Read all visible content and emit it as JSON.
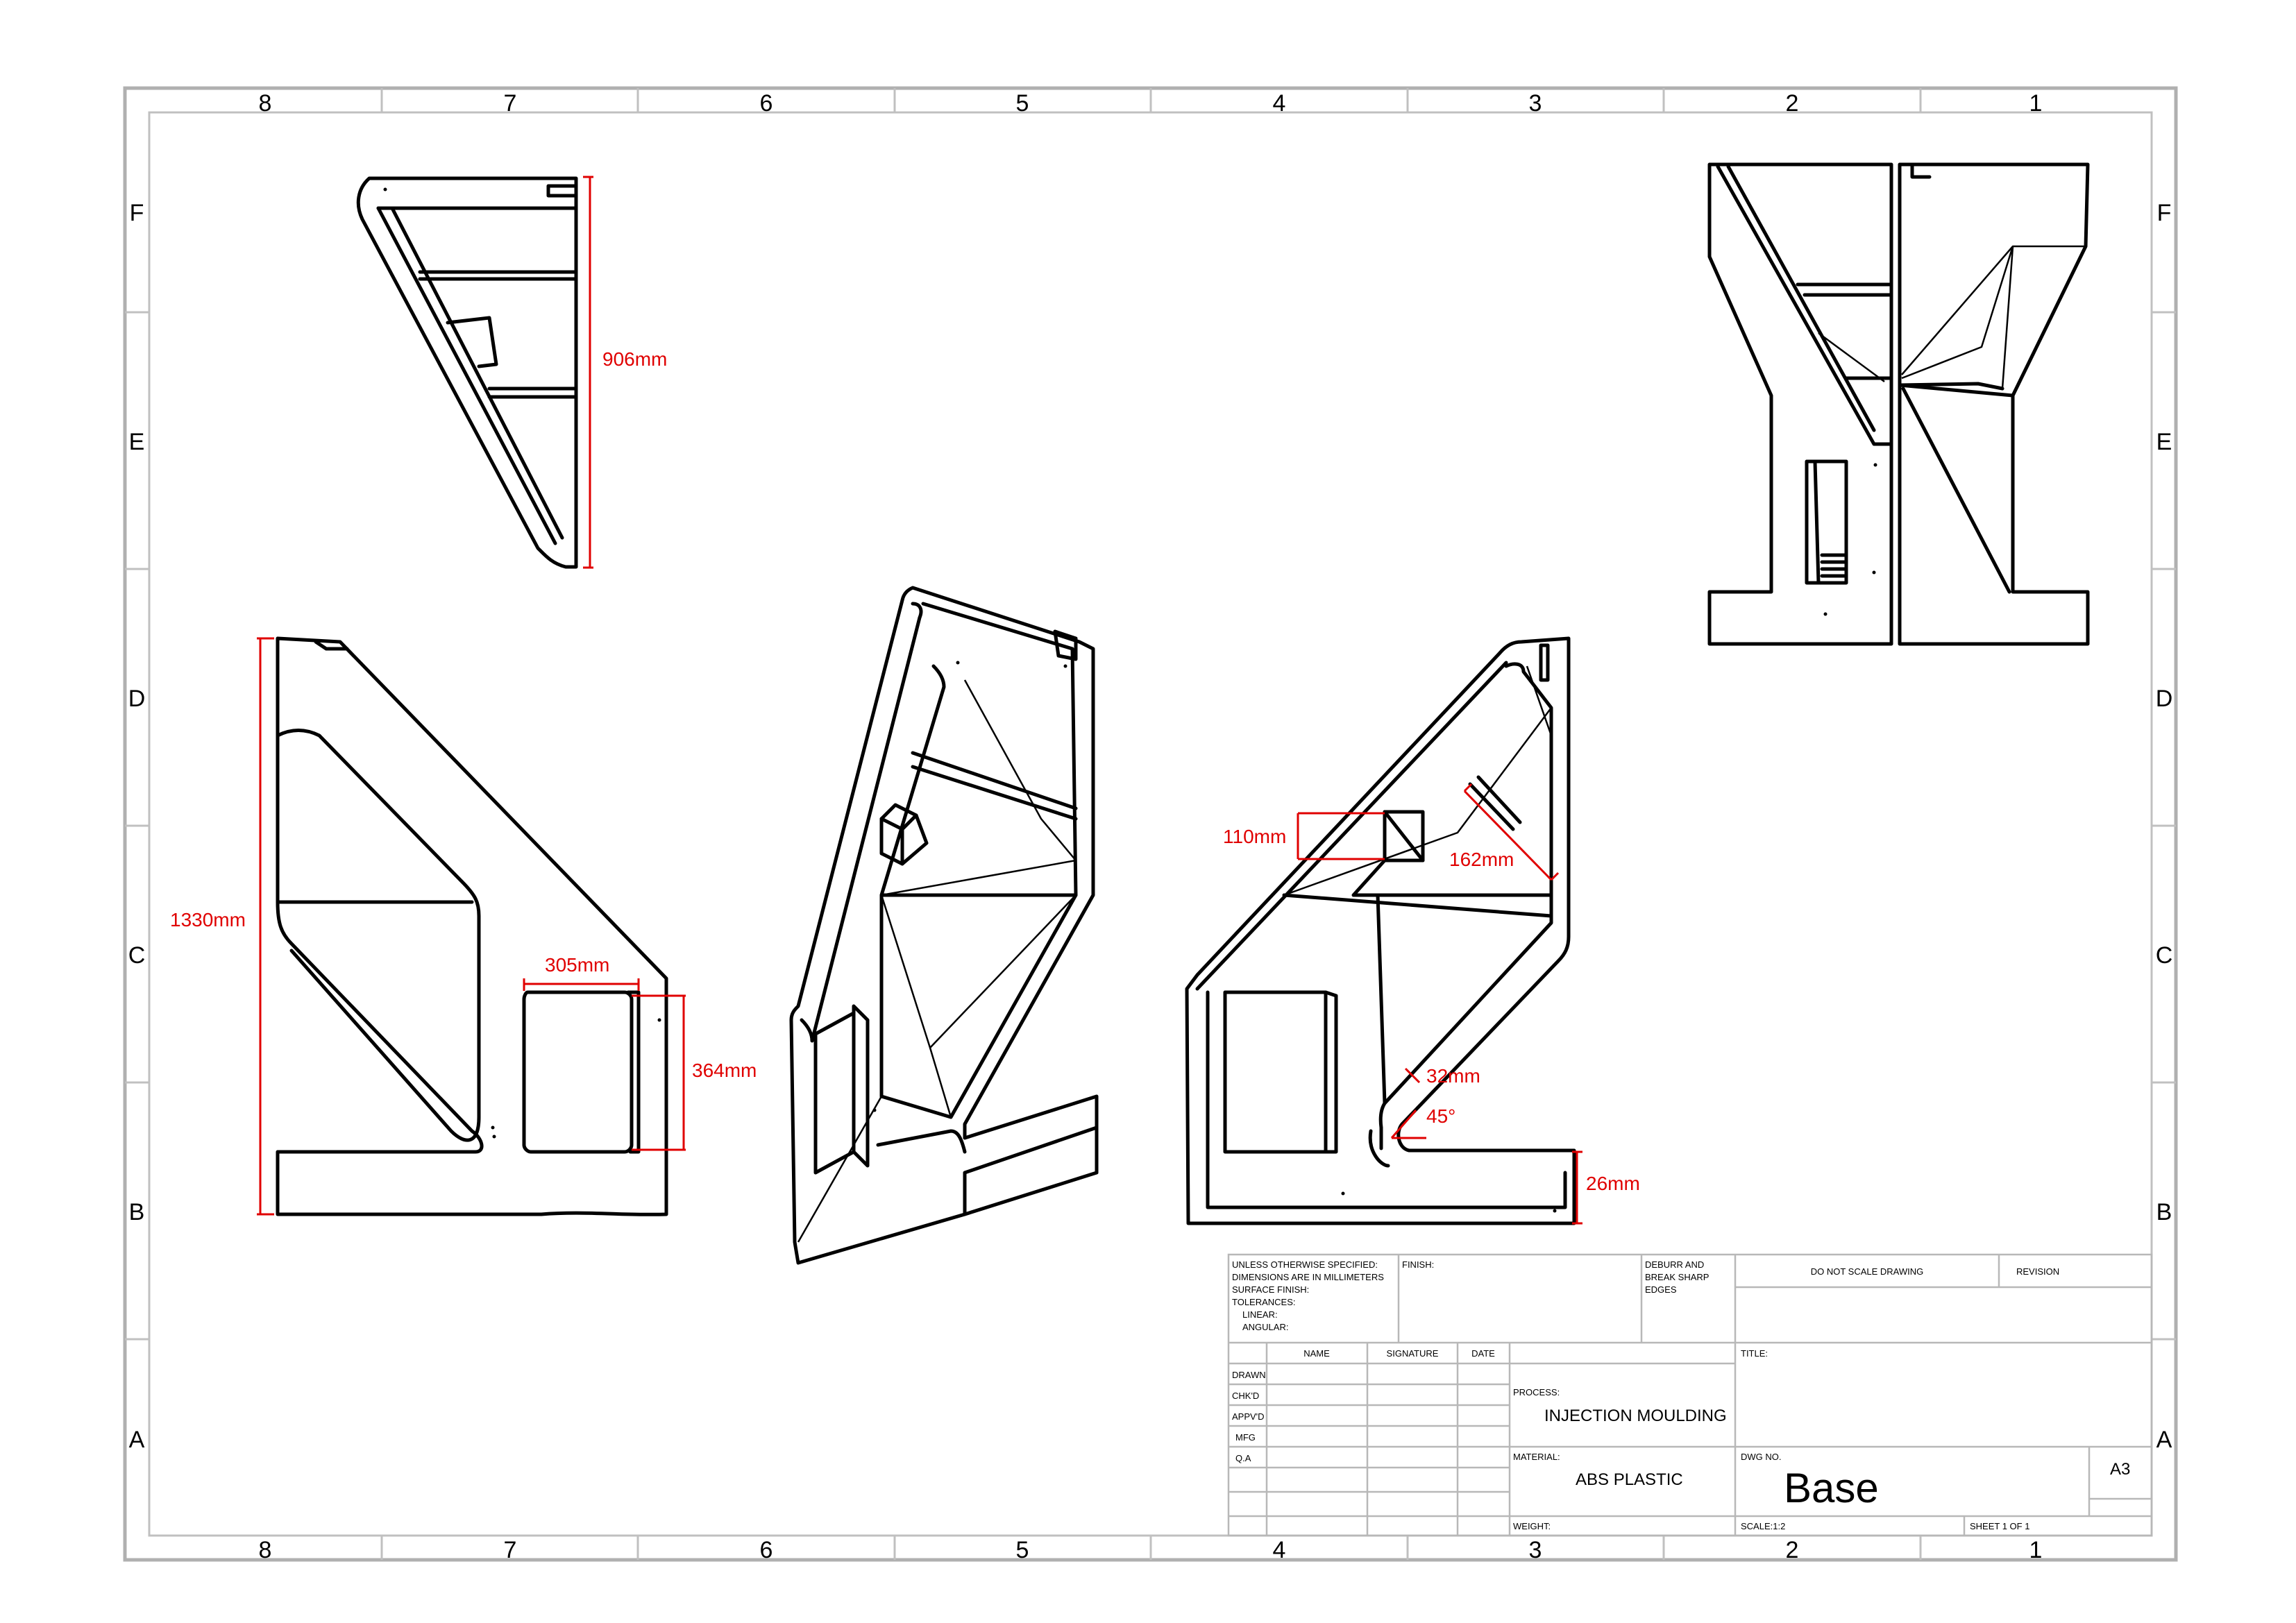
{
  "zones": {
    "columns": [
      "8",
      "7",
      "6",
      "5",
      "4",
      "3",
      "2",
      "1"
    ],
    "rows": [
      "F",
      "E",
      "D",
      "C",
      "B",
      "A"
    ]
  },
  "dimensions": {
    "height_906": "906mm",
    "height_1330": "1330mm",
    "width_305": "305mm",
    "width_364": "364mm",
    "dim_110": "110mm",
    "dim_162": "162mm",
    "dim_32": "32mm",
    "angle_45": "45°",
    "dim_26": "26mm"
  },
  "title_block": {
    "unless_line1": "UNLESS OTHERWISE SPECIFIED:",
    "unless_line2": "DIMENSIONS ARE IN MILLIMETERS",
    "unless_line3": "SURFACE FINISH:",
    "unless_line4": "TOLERANCES:",
    "unless_line5": "LINEAR:",
    "unless_line6": "ANGULAR:",
    "finish_label": "FINISH:",
    "deburr_line1": "DEBURR AND",
    "deburr_line2": "BREAK SHARP",
    "deburr_line3": "EDGES",
    "do_not_scale": "DO NOT SCALE DRAWING",
    "revision_label": "REVISION",
    "name_header": "NAME",
    "signature_header": "SIGNATURE",
    "date_header": "DATE",
    "title_label": "TITLE:",
    "row_drawn": "DRAWN",
    "row_chkd": "CHK'D",
    "row_appvd": "APPV'D",
    "row_mfg": "MFG",
    "row_qa": "Q.A",
    "process_label": "PROCESS:",
    "process_value": "INJECTION MOULDING",
    "material_label": "MATERIAL:",
    "material_value": "ABS PLASTIC",
    "dwg_no_label": "DWG NO.",
    "dwg_no_value": "Base",
    "sheet_size": "A3",
    "weight_label": "WEIGHT:",
    "scale_label": "SCALE:1:2",
    "sheet_label": "SHEET 1 OF 1"
  },
  "colors": {
    "dimension": "#e00000",
    "geometry": "#000000",
    "frame": "#b0b0b0"
  }
}
